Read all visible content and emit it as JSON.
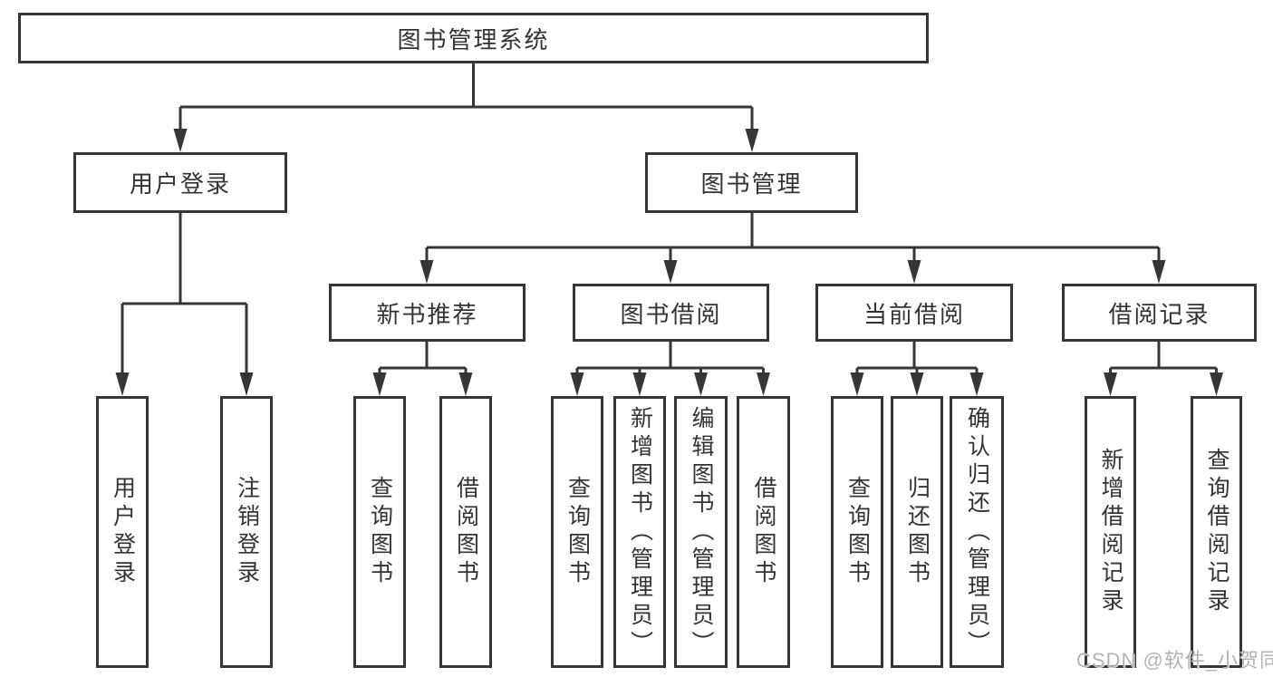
{
  "diagram": {
    "title": "图书管理系统",
    "colors": {
      "line": "#363636",
      "box_border": "#363636",
      "text": "#333333",
      "watermark": "#b3b3b3",
      "background": "#ffffff"
    },
    "watermark": {
      "text": "CSDN @软件_小贺同学"
    },
    "nodes": {
      "root": {
        "label": "图书管理系统"
      },
      "user_login": {
        "label": "用户登录"
      },
      "book_mgmt": {
        "label": "图书管理"
      },
      "new_book_rec": {
        "label": "新书推荐"
      },
      "book_borrow": {
        "label": "图书借阅"
      },
      "current_borrow": {
        "label": "当前借阅"
      },
      "borrow_records": {
        "label": "借阅记录"
      },
      "leaf_user_login": {
        "label": "用户登录"
      },
      "leaf_logout": {
        "label": "注销登录"
      },
      "rec_query_book": {
        "label": "查询图书"
      },
      "rec_borrow_book": {
        "label": "借阅图书"
      },
      "bb_query_book": {
        "label": "查询图书"
      },
      "bb_add_book": {
        "label": "新增图书（管理员）"
      },
      "bb_edit_book": {
        "label": "编辑图书（管理员）"
      },
      "bb_borrow_book": {
        "label": "借阅图书"
      },
      "cur_query_book": {
        "label": "查询图书"
      },
      "cur_return_book": {
        "label": "归还图书"
      },
      "cur_confirm_return": {
        "label": "确认归还（管理员）"
      },
      "rd_add_record": {
        "label": "新增借阅记录"
      },
      "rd_query_record": {
        "label": "查询借阅记录"
      }
    },
    "hierarchy": {
      "root": [
        "user_login",
        "book_mgmt"
      ],
      "user_login": [
        "leaf_user_login",
        "leaf_logout"
      ],
      "book_mgmt": [
        "new_book_rec",
        "book_borrow",
        "current_borrow",
        "borrow_records"
      ],
      "new_book_rec": [
        "rec_query_book",
        "rec_borrow_book"
      ],
      "book_borrow": [
        "bb_query_book",
        "bb_add_book",
        "bb_edit_book",
        "bb_borrow_book"
      ],
      "current_borrow": [
        "cur_query_book",
        "cur_return_book",
        "cur_confirm_return"
      ],
      "borrow_records": [
        "rd_add_record",
        "rd_query_record"
      ]
    }
  }
}
